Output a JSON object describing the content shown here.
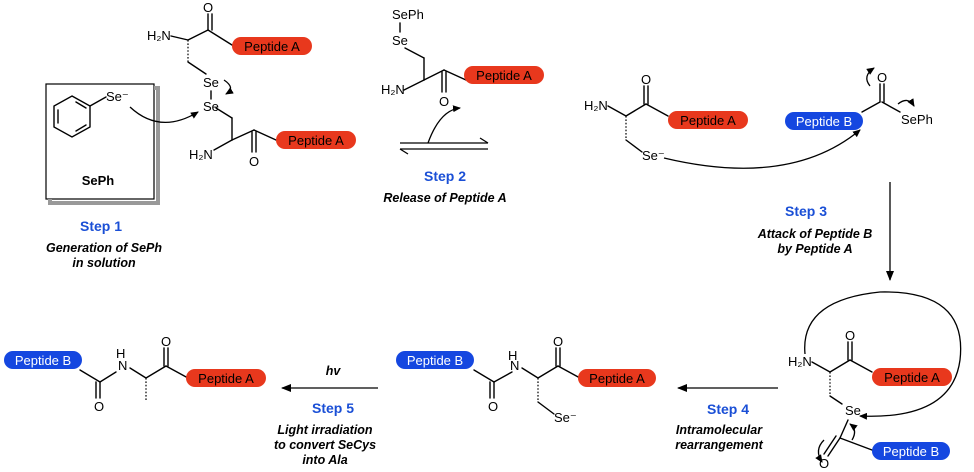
{
  "labels": {
    "peptide_a": "Peptide A",
    "peptide_b": "Peptide B",
    "seph": "SePh",
    "se": "Se",
    "se_minus": "Se⁻",
    "h2n": "H₂N",
    "o": "O",
    "nh": "N",
    "h": "H",
    "sephbox": "SePh",
    "hv": "hv"
  },
  "steps": [
    {
      "title": "Step 1",
      "desc1": "Generation of SePh",
      "desc2": "in solution"
    },
    {
      "title": "Step 2",
      "desc1": "Release of Peptide A",
      "desc2": ""
    },
    {
      "title": "Step 3",
      "desc1": "Attack of Peptide B",
      "desc2": "by Peptide A"
    },
    {
      "title": "Step 4",
      "desc1": "Intramolecular",
      "desc2": "rearrangement"
    },
    {
      "title": "Step 5",
      "desc1": "Light irradiation",
      "desc2": "to convert SeCys",
      "desc3": "into Ala"
    }
  ],
  "colors": {
    "peptide_a": "#e8381d",
    "peptide_b": "#1547e0",
    "step_text": "#1a4fd6"
  }
}
